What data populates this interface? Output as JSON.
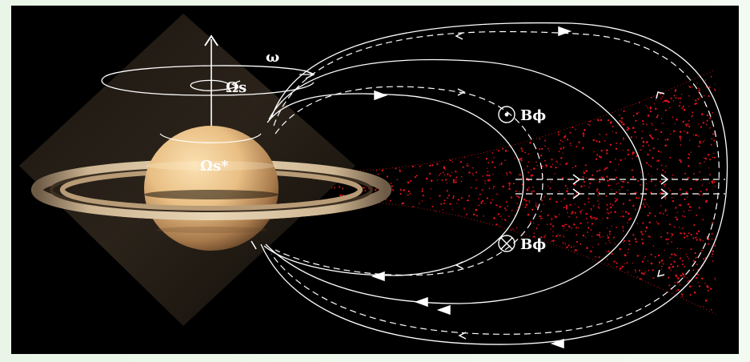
{
  "figure": {
    "background_color": "#000000",
    "line_color": "#ffffff",
    "plasma_color": "#e4141c",
    "planet": {
      "body_light": "#f4d3a0",
      "body_dark": "#7a5232",
      "ring_colors": [
        "#c9b08d",
        "#8a6f52",
        "#e2cfae",
        "#5a4630"
      ]
    },
    "icons": [
      "up-arrow-icon",
      "rotation-spiral-icon",
      "out-of-page-field-icon",
      "into-page-field-icon"
    ]
  },
  "labels": {
    "omega": "ω",
    "omega_s": "Ωs",
    "omega_s_star": "Ωs*",
    "b_phi_upper": "Bϕ",
    "b_phi_lower": "Bϕ"
  }
}
